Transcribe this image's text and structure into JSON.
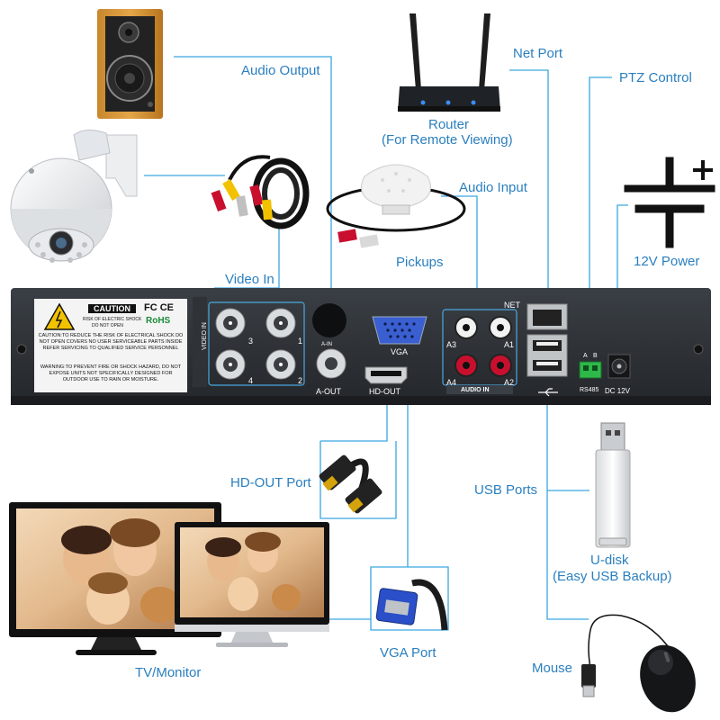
{
  "labels": {
    "audio_output": "Audio Output",
    "router": "Router",
    "router_sub": "(For Remote Viewing)",
    "net_port": "Net Port",
    "ptz_control": "PTZ Control",
    "audio_input": "Audio Input",
    "pickups": "Pickups",
    "power": "12V Power",
    "video_in": "Video In",
    "hd_out_port": "HD-OUT Port",
    "usb_ports": "USB Ports",
    "udisk": "U-disk",
    "udisk_sub": "(Easy USB Backup)",
    "vga_port": "VGA Port",
    "tv_monitor": "TV/Monitor",
    "mouse": "Mouse"
  },
  "panel": {
    "caution_title": "CAUTION",
    "caution_sub1": "RISK OF ELECTRIC SHOCK",
    "caution_sub2": "DO NOT OPEN",
    "caution_text": "CAUTION:TO REDUCE THE RISK OF ELECTRICAL SHOCK DO NOT OPEN COVERS NO USER SERVICEABLE PARTS INSIDE REFER SERVICING TO QUALIFIED SERVICE PERSONNEL",
    "warning_text": "WARNING:TO PREVENT FIRE OR SHOCK HAZARD, DO NOT EXPOSE UNITS NOT SPECIFICALLY DESIGNED FOR OUTDOOR USE TO RAIN OR MOISTURE.",
    "fc_ce": "FC CE",
    "rohs": "RoHS",
    "video_in_vertical": "VIDEO IN",
    "bnc_1": "1",
    "bnc_2": "2",
    "bnc_3": "3",
    "bnc_4": "4",
    "audio_out_port": "A-OUT",
    "a_in_mark": "A-IN",
    "vga_label": "VGA",
    "hd_out_label": "HD-OUT",
    "net_label": "NET",
    "a1": "A1",
    "a2": "A2",
    "a3": "A3",
    "a4": "A4",
    "audio_in_label": "AUDIO IN",
    "rs485_label": "RS485",
    "rs485_a": "A",
    "rs485_b": "B",
    "dc12v": "DC 12V"
  },
  "colors": {
    "accent": "#2a7fbf",
    "wire": "#3aa6e0",
    "panel": "#2f3338",
    "sticker": "#f4f4f4"
  },
  "icons": {
    "speaker": "speaker-icon",
    "camera": "ptz-dome-camera-icon",
    "router": "wifi-router-icon",
    "battery": "dc-power-symbol-icon",
    "usb": "usb-symbol-icon",
    "mouse": "mouse-icon",
    "udisk": "usb-flash-drive-icon"
  }
}
